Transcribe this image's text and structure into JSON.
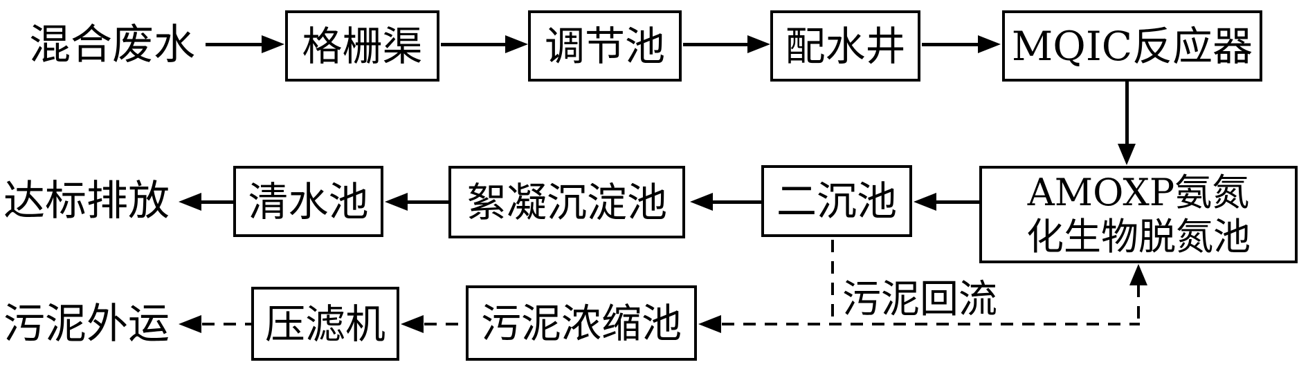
{
  "diagram": {
    "type": "process-flow",
    "language": "zh",
    "colors": {
      "line": "#000000",
      "background": "#ffffff",
      "text": "#000000"
    },
    "nodes": {
      "mixed_wastewater": "混合废水",
      "grid_channel": "格栅渠",
      "regulating_tank": "调节池",
      "distribution_well": "配水井",
      "mqic_reactor": "MQIC反应器",
      "amoxp_line1": "AMOXP氨氮",
      "amoxp_line2": "化生物脱氮池",
      "secondary_sedimentation_tank": "二沉池",
      "flocculation_sedimentation_tank": "絮凝沉淀池",
      "clear_water_tank": "清水池",
      "discharge_label": "达标排放",
      "sludge_thickening_tank": "污泥浓缩池",
      "filter_press": "压滤机",
      "sludge_out_label": "污泥外运",
      "sludge_return_label": "污泥回流"
    },
    "edges": [
      {
        "from": "混合废水",
        "to": "格栅渠",
        "style": "solid-arrow"
      },
      {
        "from": "格栅渠",
        "to": "调节池",
        "style": "solid-arrow"
      },
      {
        "from": "调节池",
        "to": "配水井",
        "style": "solid-arrow"
      },
      {
        "from": "配水井",
        "to": "MQIC反应器",
        "style": "solid-arrow"
      },
      {
        "from": "MQIC反应器",
        "to": "AMOXP氨氮化生物脱氮池",
        "style": "solid-arrow"
      },
      {
        "from": "AMOXP氨氮化生物脱氮池",
        "to": "二沉池",
        "style": "solid-arrow"
      },
      {
        "from": "二沉池",
        "to": "絮凝沉淀池",
        "style": "solid-arrow"
      },
      {
        "from": "絮凝沉淀池",
        "to": "清水池",
        "style": "solid-arrow"
      },
      {
        "from": "清水池",
        "to": "达标排放",
        "style": "solid-arrow"
      },
      {
        "from": "二沉池",
        "to": "污泥浓缩池",
        "style": "dashed-arrow"
      },
      {
        "from": "二沉池",
        "to": "AMOXP氨氮化生物脱氮池",
        "style": "dashed-arrow",
        "label": "污泥回流"
      },
      {
        "from": "污泥浓缩池",
        "to": "压滤机",
        "style": "dashed-arrow"
      },
      {
        "from": "压滤机",
        "to": "污泥外运",
        "style": "dashed-arrow"
      }
    ]
  }
}
